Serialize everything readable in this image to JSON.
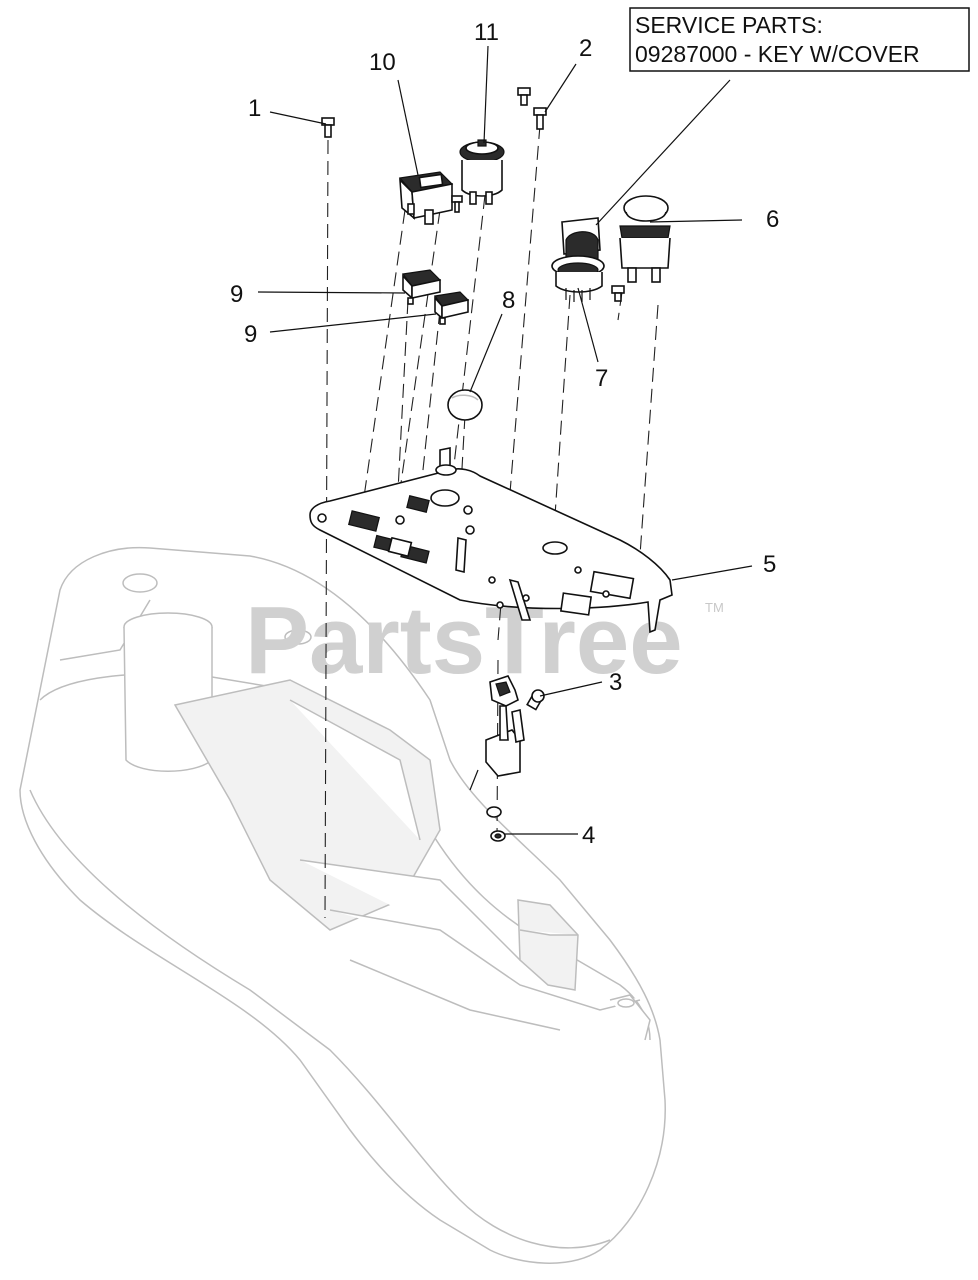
{
  "service_box": {
    "line1": "SERVICE PARTS:",
    "line2": "09287000 - KEY W/COVER"
  },
  "watermark": {
    "text": "PartsTree",
    "tm": "TM"
  },
  "callouts": {
    "c1": "1",
    "c2": "2",
    "c3": "3",
    "c4": "4",
    "c5": "5",
    "c6": "6",
    "c7": "7",
    "c8": "8",
    "c9a": "9",
    "c9b": "9",
    "c10": "10",
    "c11": "11"
  }
}
